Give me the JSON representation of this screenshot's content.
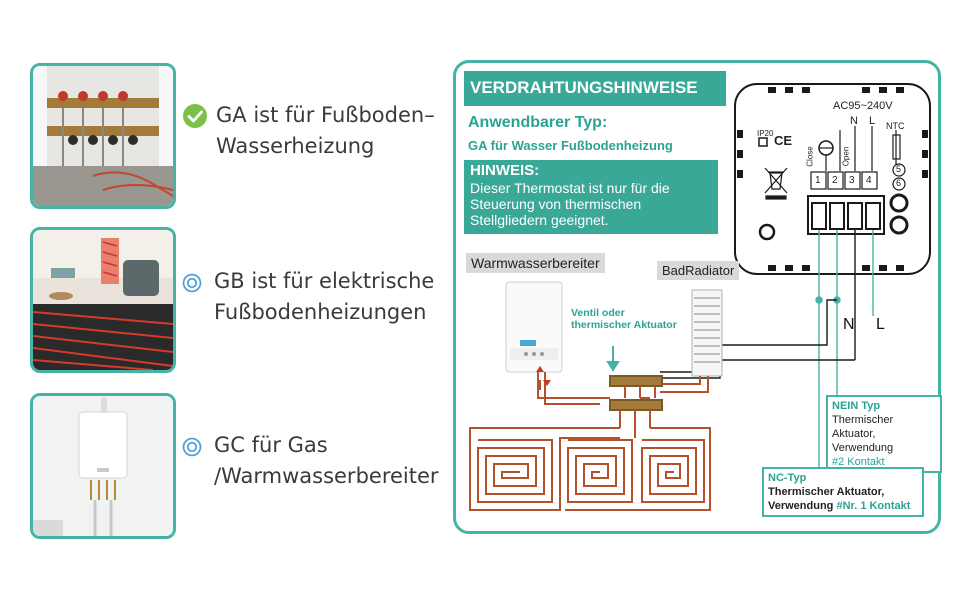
{
  "options": [
    {
      "line1": "GA ist für Fußboden–",
      "line2": "Wasserheizung",
      "icon": "check-circle-icon"
    },
    {
      "line1": "GB ist für elektrische",
      "line2": "Fußbodenheizungen",
      "icon": "target-circle-icon"
    },
    {
      "line1": "GC für Gas",
      "line2": "/Warmwasserbereiter",
      "icon": "target-circle-icon"
    }
  ],
  "panel": {
    "title": "VERDRAHTUNGSHINWEISE",
    "applicable_type": "Anwendbarer Typ:",
    "applicable_sub": "GA für Wasser Fußbodenheizung",
    "note_heading": "HINWEIS:",
    "note_body": "Dieser Thermostat ist nur für die Steuerung von thermischen Stellgliedern geeignet.",
    "boiler_label": "Warmwasserbereiter",
    "radiator_label": "BadRadiator",
    "valve_label_1": "Ventil oder",
    "valve_label_2": "thermischer Aktuator"
  },
  "device": {
    "voltage": "AC95~240V",
    "n": "N",
    "l": "L",
    "ntc": "NTC",
    "ip": "IP20",
    "ce": "CE",
    "close": "Close",
    "open": "Open",
    "t1": "1",
    "t2": "2",
    "t3": "3",
    "t4": "4",
    "t5": "5",
    "t6": "6"
  },
  "wires": {
    "n": "N",
    "l": "L"
  },
  "nein_box": {
    "title": "NEIN Typ",
    "line1": "Thermischer Aktuator,",
    "line2": "Verwendung",
    "line3": "#2 Kontakt"
  },
  "nc_box": {
    "title": "NC-Typ",
    "line1": "Thermischer Aktuator,",
    "line2_a": "Verwendung ",
    "line2_b": "#Nr. 1 Kontakt"
  },
  "colors": {
    "accent": "#3aa897",
    "border": "#45b4a6",
    "pipe": "#b5512f"
  }
}
